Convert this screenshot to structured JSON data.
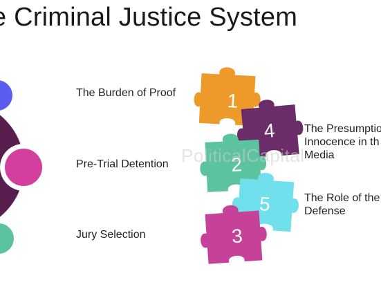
{
  "title": "e Criminal Justice System",
  "left_labels": [
    "The Burden of Proof",
    "Pre-Trial Detention",
    "Jury Selection"
  ],
  "right_labels": {
    "item4": [
      "The Presumptio",
      "Innocence in th",
      "Media"
    ],
    "item5": [
      "The Role of the",
      "Defense"
    ]
  },
  "pieces": [
    {
      "number": "1",
      "color": "#ee9a2b"
    },
    {
      "number": "4",
      "color": "#6a2d6a"
    },
    {
      "number": "2",
      "color": "#5cc2a0"
    },
    {
      "number": "5",
      "color": "#6fe0ec"
    },
    {
      "number": "3",
      "color": "#c6419a"
    }
  ],
  "left_shapes": {
    "big_circle_color": "#5a1e4e",
    "top_circle_color": "#5b5cf0",
    "mid_circle_color": "#d23f9e",
    "bottom_circle_color": "#5cc2a0"
  },
  "watermark": "PoliticalCapital"
}
